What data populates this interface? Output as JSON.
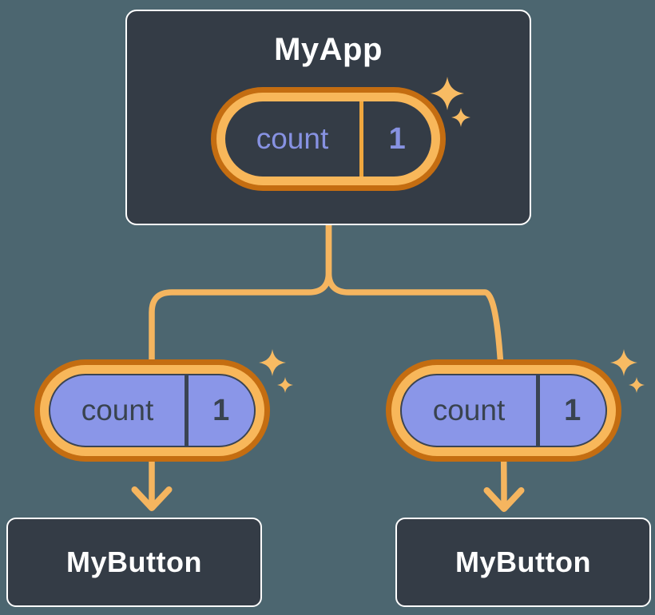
{
  "diagram": {
    "root": {
      "label": "MyApp",
      "state": {
        "name": "count",
        "value": "1"
      }
    },
    "children": [
      {
        "label": "MyButton",
        "state": {
          "name": "count",
          "value": "1"
        }
      },
      {
        "label": "MyButton",
        "state": {
          "name": "count",
          "value": "1"
        }
      }
    ],
    "colors": {
      "background": "#4C6670",
      "node_fill": "#343C46",
      "node_border": "#FFFFFF",
      "title_text": "#FFFFFF",
      "pill_ring_outer": "#C46D11",
      "pill_ring_inner": "#F8B75A",
      "pill_fill_highlight": "#8A96E8",
      "state_text_on_dark": "#8792E2",
      "state_text_on_purple": "#39434F",
      "connector": "#F5B55F",
      "sparkle": "#F8BB63"
    }
  }
}
